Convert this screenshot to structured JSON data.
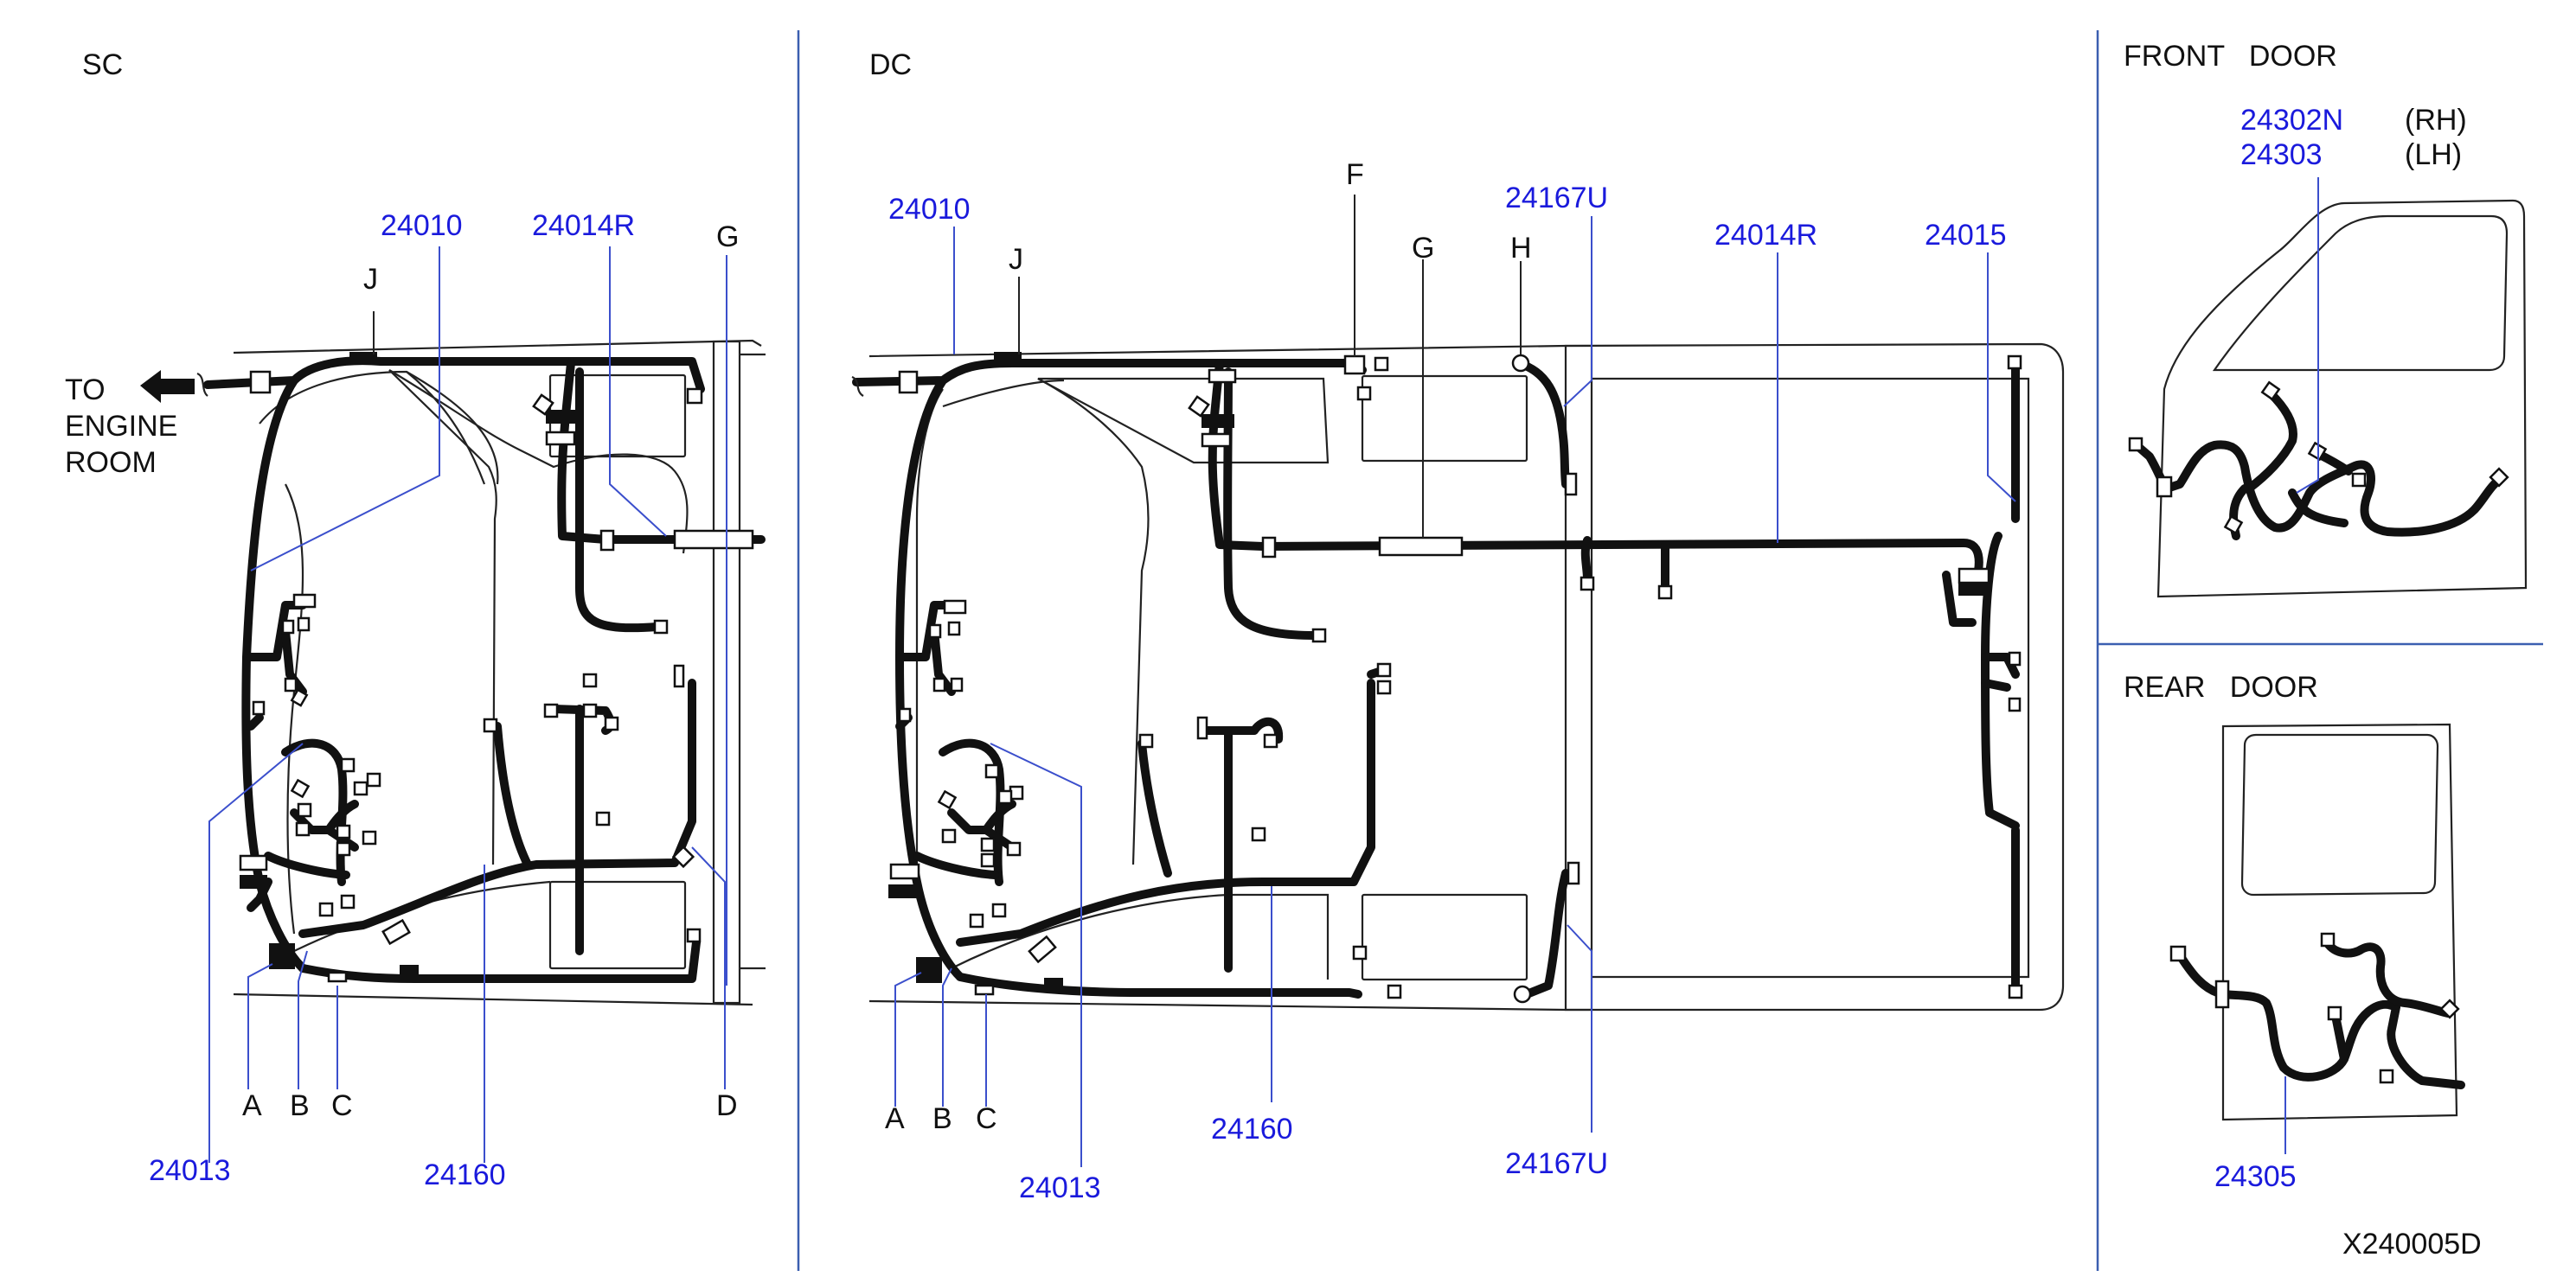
{
  "sections": {
    "sc": "SC",
    "dc": "DC",
    "front_door": "FRONT   DOOR",
    "rear_door": "REAR   DOOR"
  },
  "sc": {
    "to_engine_room": [
      "TO",
      "ENGINE",
      "ROOM"
    ],
    "callouts": {
      "p24010": "24010",
      "p24014r": "24014R",
      "p24013": "24013",
      "p24160": "24160",
      "G": "G",
      "J": "J",
      "A": "A",
      "B": "B",
      "C": "C",
      "D": "D"
    }
  },
  "dc": {
    "callouts": {
      "p24010": "24010",
      "p24014r": "24014R",
      "p24015": "24015",
      "p24167u_top": "24167U",
      "p24167u_bottom": "24167U",
      "p24013": "24013",
      "p24160": "24160",
      "F": "F",
      "G": "G",
      "H": "H",
      "J": "J",
      "A": "A",
      "B": "B",
      "C": "C"
    }
  },
  "front_door": {
    "rh_part": "24302N",
    "rh_side": "(RH)",
    "lh_part": "24303",
    "lh_side": "(LH)"
  },
  "rear_door": {
    "part": "24305"
  },
  "drawing_code": "X240005D",
  "colors": {
    "part_number": "#1a1adc",
    "leader_line": "#3b4fcc",
    "harness": "#111111",
    "divider": "#3b5fb0"
  }
}
